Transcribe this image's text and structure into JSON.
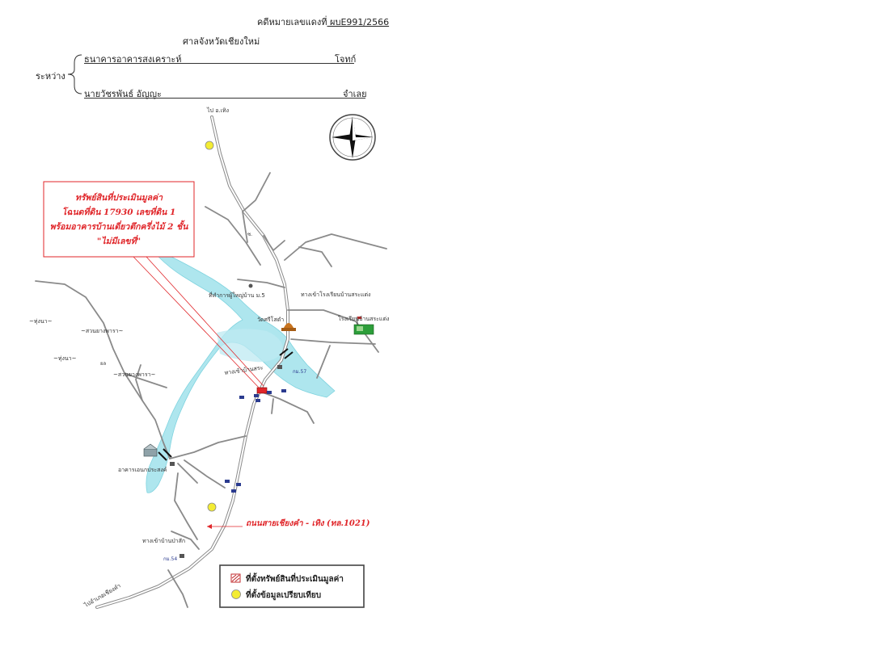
{
  "header": {
    "case_label": "คดีหมายเลขแดงที่",
    "case_number": " ผบE991/2566",
    "court": "ศาลจังหวัดเชียงใหม่",
    "between_label": "ระหว่าง",
    "plaintiff_name": "ธนาคารอาคารสงเคราะห์",
    "plaintiff_role": "โจทก์",
    "defendant_name": "นายวัชรพันธ์  อัญญะ",
    "defendant_role": "จำเลย"
  },
  "map": {
    "callout": {
      "line1": "ทรัพย์สินที่ประเมินมูลค่า",
      "line2": "โฉนดที่ดิน 17930 เลขที่ดิน 1",
      "line3": "พร้อมอาคารบ้านเดี่ยวตึกครึ่งไม้ 2 ชั้น",
      "line4": "\"ไม่มีเลขที่\""
    },
    "road_label": "ถนนสายเชียงคำ - เทิง  (ทล.1021)",
    "labels": {
      "to_theng": "ไป อ.เทิง",
      "village_head": "ที่ทำการผู้ใหญ่บ้าน ม.5",
      "temple": "วัดศรีโสดำ",
      "school_gate": "ทางเข้าโรงเรียนบ้านสระแต่ง",
      "school": "โรงเรียนบ้านสระแต่ง",
      "to_sa_village": "ทางเข้าบ้านสระ",
      "garden1": "~สวนยางพารา~",
      "garden2": "~สวนยางพารา~",
      "rice1": "~ทุ่งนา~",
      "rice2": "~ทุ่งนา~",
      "building": "อาคารเอนกประสงค์",
      "to_pa_village": "ทางเข้าบ้านป่าสัก",
      "to_chiangkham": "ไปอำเภอเชียงคำ",
      "km_a": "กม.57",
      "km_b": "กม.54",
      "soi": "ซ.",
      "yakmark": "ยล"
    },
    "legend": {
      "item1": "ที่ตั้งทรัพย์สินที่ประเมินมูลค่า",
      "item2": "ที่ตั้งข้อมูลเปรียบเทียบ"
    },
    "colors": {
      "water": "#aee6ee",
      "callout": "#e0262a",
      "compare_marker": "#f3ec33",
      "road": "#8a8a8a"
    }
  }
}
